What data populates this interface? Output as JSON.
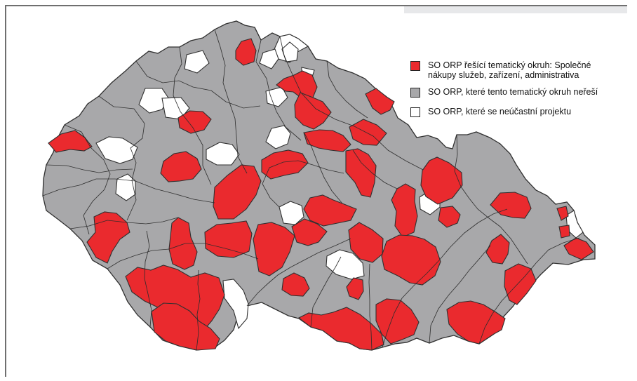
{
  "colors": {
    "red": "#ea2a2e",
    "gray": "#a8a8aa",
    "white": "#ffffff",
    "border": "#303030"
  },
  "legend": {
    "items": [
      {
        "key": "red",
        "label": "SO ORP řešící tematický okruh: Společné nákupy služeb, zařízení, administrativa"
      },
      {
        "key": "gray",
        "label": "SO ORP, které tento tematický okruh neřeší"
      },
      {
        "key": "white",
        "label": "SO ORP, které se neúčastní projektu"
      }
    ]
  }
}
